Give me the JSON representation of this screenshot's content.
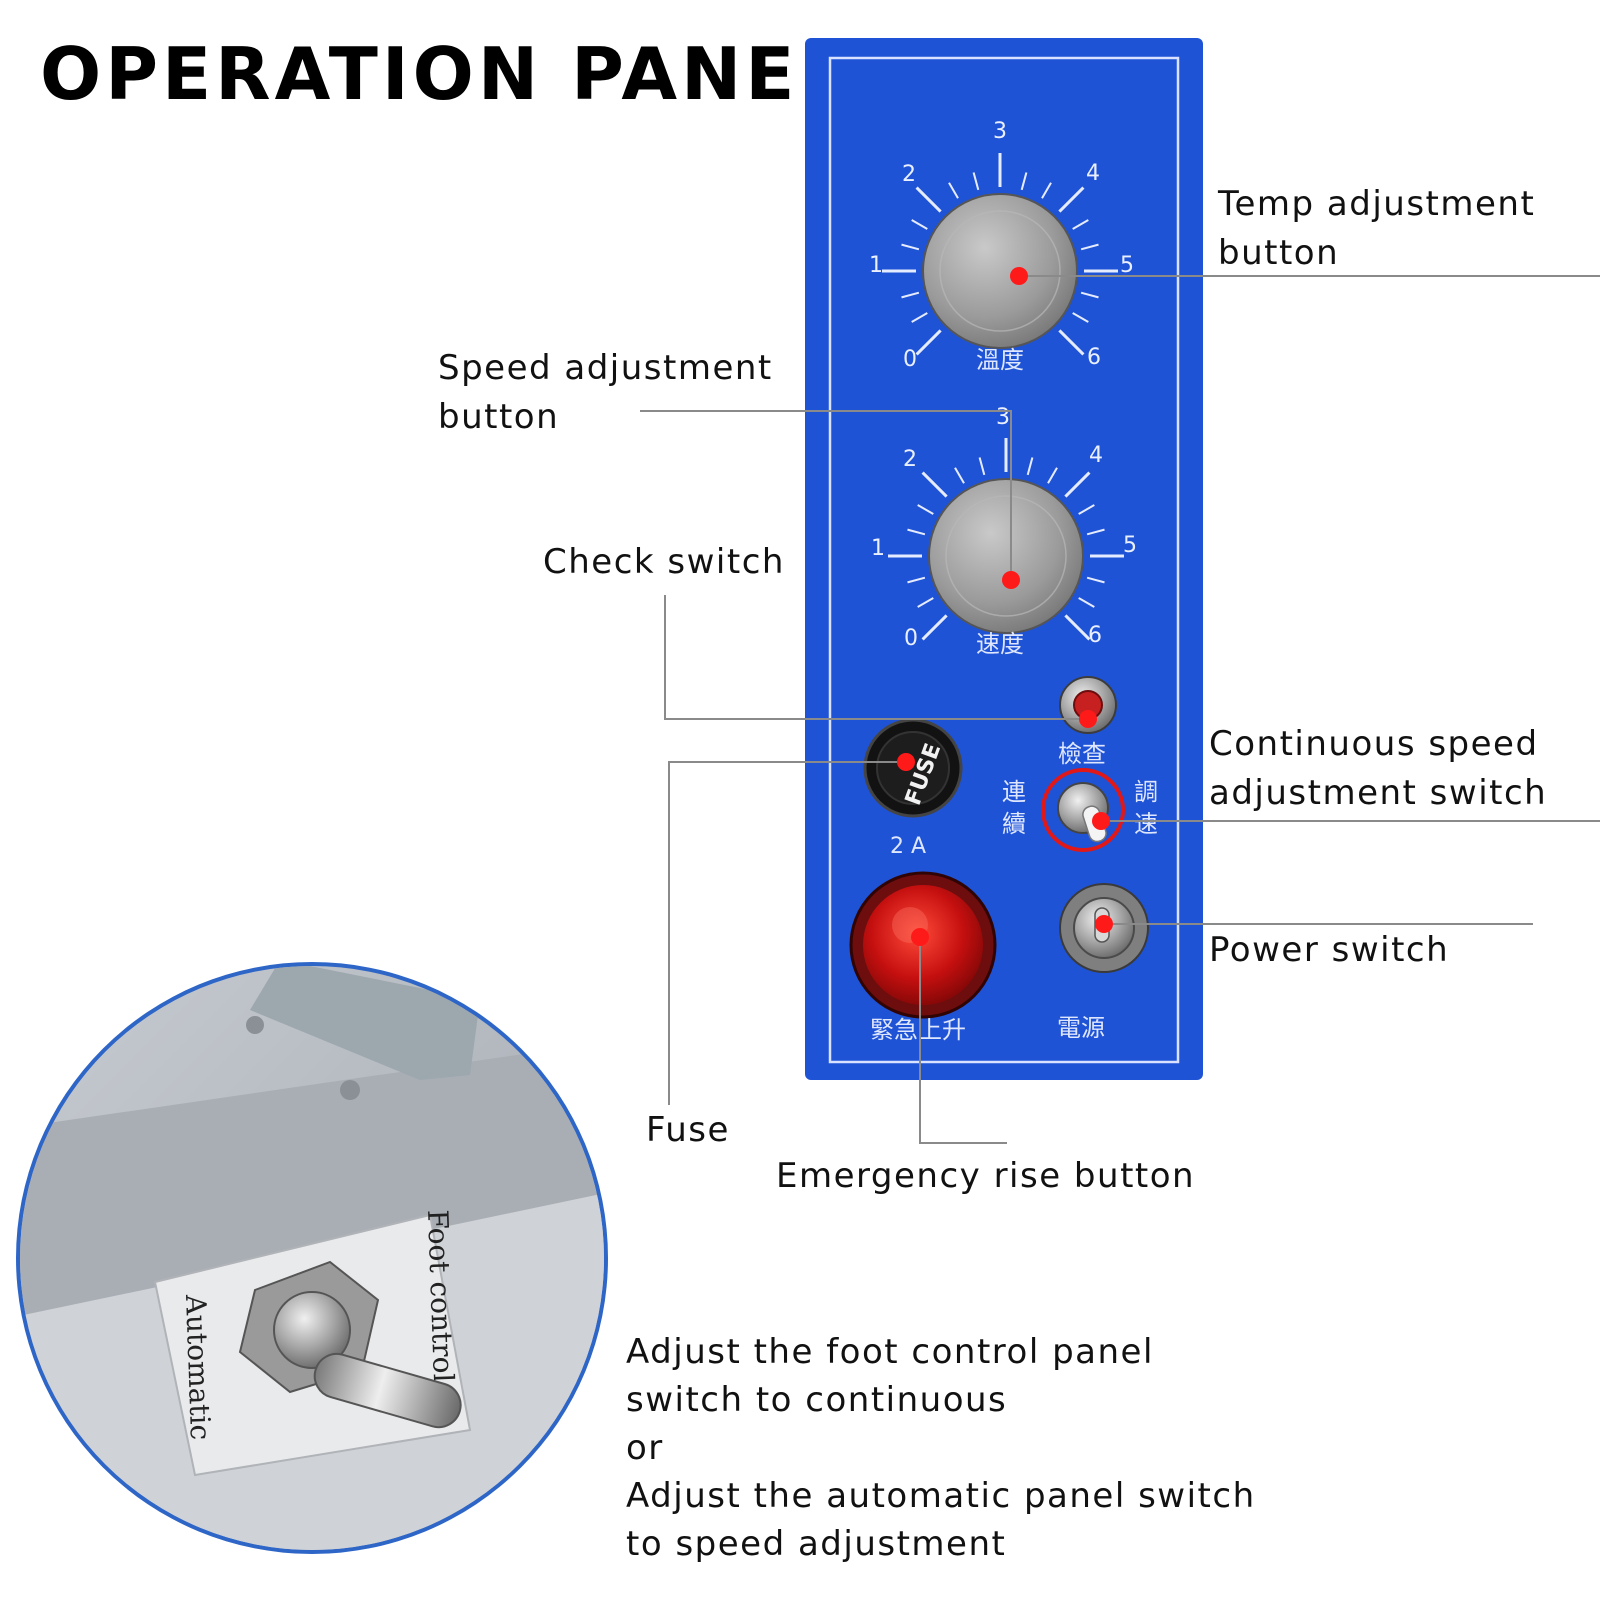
{
  "heading": "OPERATION PANEL",
  "panel": {
    "temp_dial": {
      "scale": [
        "0",
        "1",
        "2",
        "3",
        "4",
        "5",
        "6"
      ],
      "label": "溫度"
    },
    "speed_dial": {
      "scale": [
        "0",
        "1",
        "2",
        "3",
        "4",
        "5",
        "6"
      ],
      "label": "速度"
    },
    "check_label": "檢查",
    "fuse_text": "FUSE",
    "fuse_rating": "2 A",
    "mode_left_label": "連續",
    "mode_right_label": "調速",
    "emergency_label": "緊急上升",
    "power_label": "電源"
  },
  "callouts": {
    "temp": [
      "Temp adjustment",
      "button"
    ],
    "speed": [
      "Speed adjustment",
      "button"
    ],
    "check": [
      "Check switch"
    ],
    "continuous": [
      "Continuous speed",
      "adjustment switch"
    ],
    "power": [
      "Power switch"
    ],
    "fuse": [
      "Fuse"
    ],
    "emergency": [
      "Emergency rise button"
    ]
  },
  "inset": {
    "label_automatic": "Automatic",
    "label_foot": "Foot control"
  },
  "note": [
    "Adjust the foot control panel",
    "switch to continuous",
    "or",
    "Adjust the automatic panel switch",
    "to speed adjustment"
  ],
  "colors": {
    "panel_blue": "#1f53d6",
    "marker_red": "#ff1a1a",
    "emergency_red": "#d81414",
    "leader_gray": "#8a8a8a"
  }
}
